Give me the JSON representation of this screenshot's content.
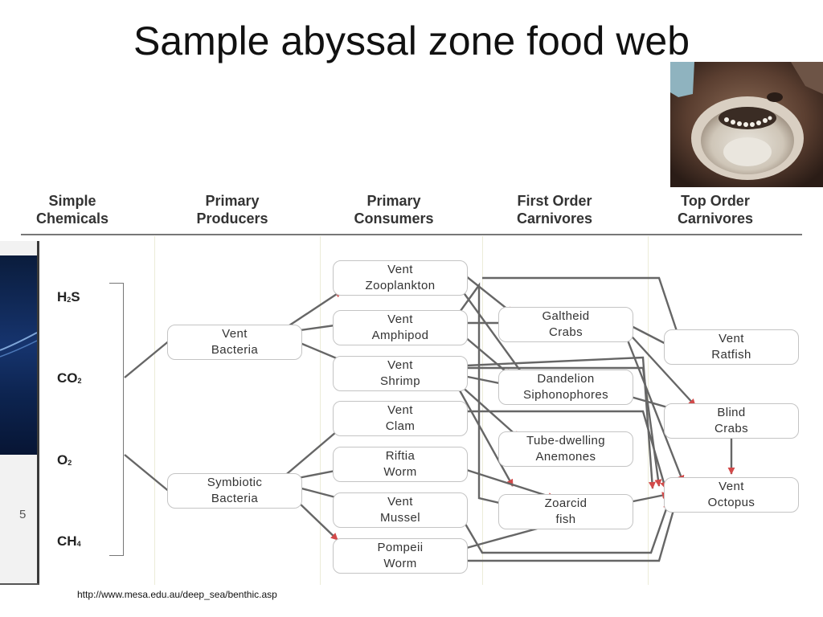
{
  "slide": {
    "title": "Sample abyssal zone food web",
    "source": "http://www.mesa.edu.au/deep_sea/benthic.asp"
  },
  "headers": [
    {
      "line1": "Simple",
      "line2": "Chemicals"
    },
    {
      "line1": "Primary",
      "line2": "Producers"
    },
    {
      "line1": "Primary",
      "line2": "Consumers"
    },
    {
      "line1": "First Order",
      "line2": "Carnivores"
    },
    {
      "line1": "Top Order",
      "line2": "Carnivores"
    }
  ],
  "chemicals": [
    {
      "base": "H",
      "sub": "2",
      "rest": "S"
    },
    {
      "base": "CO",
      "sub": "2",
      "rest": ""
    },
    {
      "base": "O",
      "sub": "2",
      "rest": ""
    },
    {
      "base": "CH",
      "sub": "4",
      "rest": ""
    }
  ],
  "nodes": {
    "vent_bacteria": {
      "line1": "Vent",
      "line2": "Bacteria"
    },
    "symbiotic_bacteria": {
      "line1": "Symbiotic",
      "line2": "Bacteria"
    },
    "vent_zooplankton": {
      "line1": "Vent",
      "line2": "Zooplankton"
    },
    "vent_amphipod": {
      "line1": "Vent",
      "line2": "Amphipod"
    },
    "vent_shrimp": {
      "line1": "Vent",
      "line2": "Shrimp"
    },
    "vent_clam": {
      "line1": "Vent",
      "line2": "Clam"
    },
    "riftia_worm": {
      "line1": "Riftia",
      "line2": "Worm"
    },
    "vent_mussel": {
      "line1": "Vent",
      "line2": "Mussel"
    },
    "pompeii_worm": {
      "line1": "Pompeii",
      "line2": "Worm"
    },
    "galtheid_crabs": {
      "line1": "Galtheid",
      "line2": "Crabs"
    },
    "dandelion_siphonophores": {
      "line1": "Dandelion",
      "line2": "Siphonophores"
    },
    "tube_dwelling_anemones": {
      "line1": "Tube-dwelling",
      "line2": "Anemones"
    },
    "zoarcid_fish": {
      "line1": "Zoarcid",
      "line2": "fish"
    },
    "vent_ratfish": {
      "line1": "Vent",
      "line2": "Ratfish"
    },
    "blind_crabs": {
      "line1": "Blind",
      "line2": "Crabs"
    },
    "vent_octopus": {
      "line1": "Vent",
      "line2": "Octopus"
    }
  },
  "colors": {
    "arrow_line": "#666666",
    "arrow_head": "#d24a4a",
    "node_border": "#c4c4c4",
    "header_text": "#333333"
  },
  "strip": {
    "glyph": "5"
  }
}
